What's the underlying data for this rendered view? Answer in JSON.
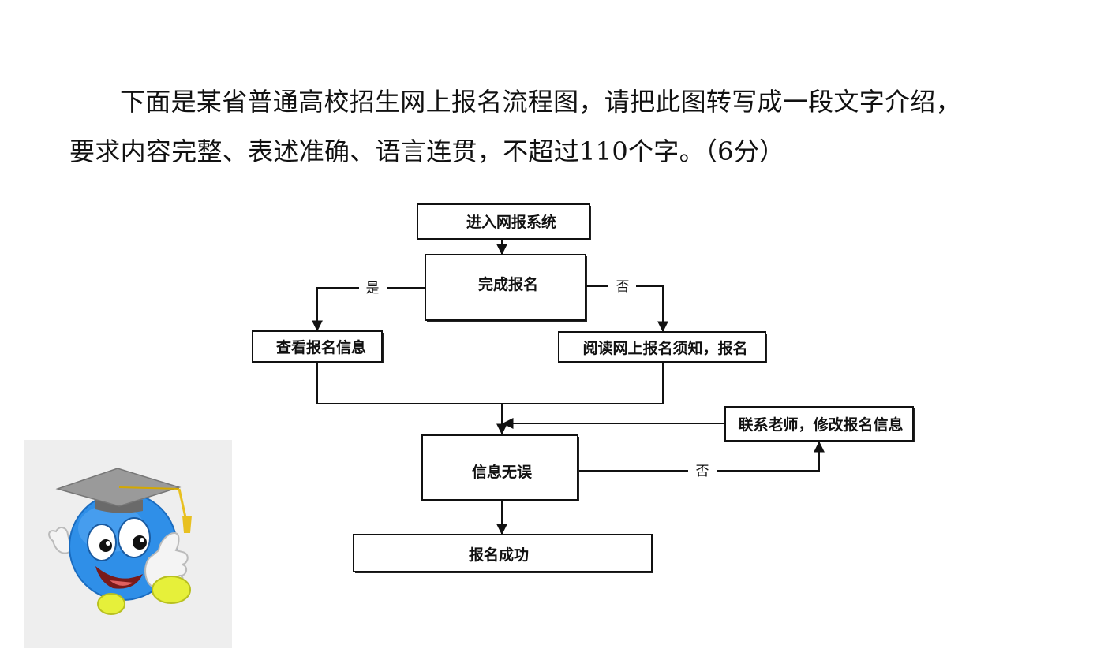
{
  "question": {
    "line1": "下面是某省普通高校招生网上报名流程图，请把此图转写成一段文字介绍，",
    "line2": "要求内容完整、表述准确、语言连贯，不超过110个字。（6分）"
  },
  "flowchart": {
    "nodes": {
      "enter": "进入网报系统",
      "completed": "完成报名",
      "view_info": "查看报名信息",
      "read_notice": "阅读网上报名须知，报名",
      "info_correct": "信息无误",
      "contact_teacher": "联系老师，修改报名信息",
      "success": "报名成功"
    },
    "edges": {
      "yes_label": "是",
      "no_label_top": "否",
      "no_label_bottom": "否"
    }
  },
  "mascot": {
    "icon": "graduation-cap-mascot-icon",
    "colors": {
      "body": "#2f8fe8",
      "cap": "#8a8a8a",
      "tassel": "#e8c020",
      "feet": "#e6f03a"
    }
  }
}
